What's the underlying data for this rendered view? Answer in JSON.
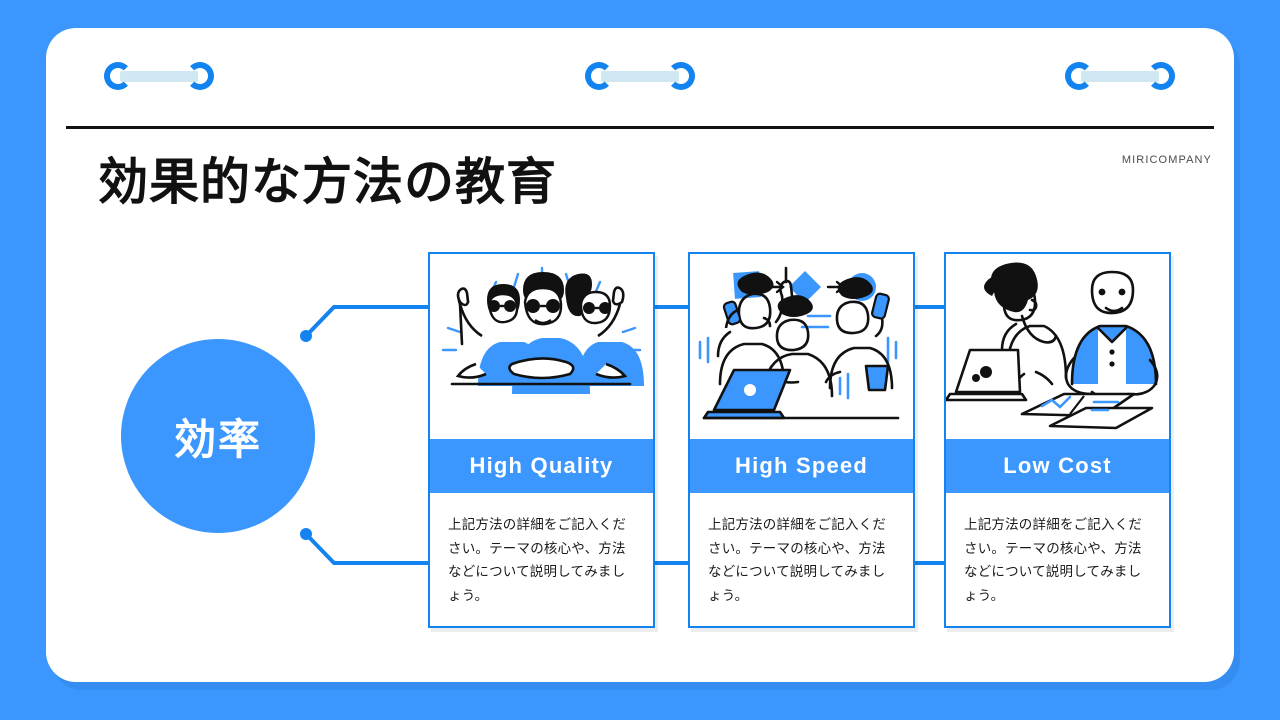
{
  "slide": {
    "brand": "MIRICOMPANY",
    "title": "効果的な方法の教育",
    "accent_color": "#3b97fd",
    "line_color": "#1383f0",
    "background_color": "#3b97fd",
    "panel_color": "#ffffff"
  },
  "hub": {
    "label": "効率"
  },
  "decorations": {
    "chain_links": [
      {
        "name": "chain-link-left"
      },
      {
        "name": "chain-link-center"
      },
      {
        "name": "chain-link-right"
      }
    ],
    "chain_ring_color": "#1383f0",
    "chain_bar_color": "#cfe8f2"
  },
  "cards": [
    {
      "title": "High Quality",
      "body": "上記方法の詳細をご記入ください。テーマの核心や、方法などについて説明してみましょう。",
      "illustration": "team-cheering-illustration"
    },
    {
      "title": "High Speed",
      "body": "上記方法の詳細をご記入ください。テーマの核心や、方法などについて説明してみましょう。",
      "illustration": "team-multitasking-illustration"
    },
    {
      "title": "Low Cost",
      "body": "上記方法の詳細をご記入ください。テーマの核心や、方法などについて説明してみましょう。",
      "illustration": "team-reviewing-charts-illustration"
    }
  ]
}
